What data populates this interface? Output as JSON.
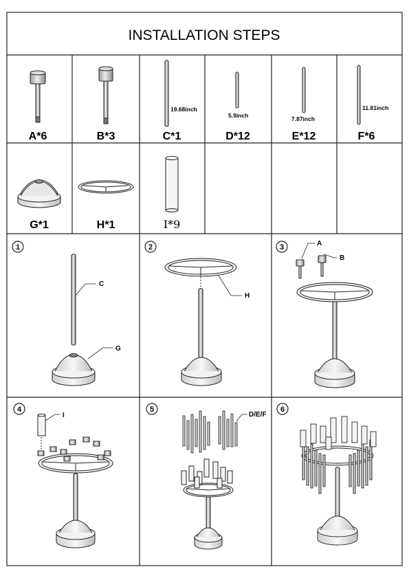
{
  "title": "INSTALLATION STEPS",
  "parts": [
    {
      "label": "A*6"
    },
    {
      "label": "B*3"
    },
    {
      "label": "C*1",
      "dimension": "19.68inch"
    },
    {
      "label": "D*12",
      "dimension": "5.9inch"
    },
    {
      "label": "E*12",
      "dimension": "7.87inch"
    },
    {
      "label": "F*6",
      "dimension": "11.81inch"
    },
    {
      "label": "G*1"
    },
    {
      "label": "H*1"
    },
    {
      "label": "I*9"
    }
  ],
  "steps": [
    {
      "number": "1",
      "callouts": [
        "C",
        "G"
      ]
    },
    {
      "number": "2",
      "callouts": [
        "H"
      ]
    },
    {
      "number": "3",
      "callouts": [
        "A",
        "B"
      ]
    },
    {
      "number": "4",
      "callouts": [
        "I"
      ]
    },
    {
      "number": "5",
      "callouts": [
        "D/E/F"
      ]
    },
    {
      "number": "6",
      "callouts": []
    }
  ]
}
